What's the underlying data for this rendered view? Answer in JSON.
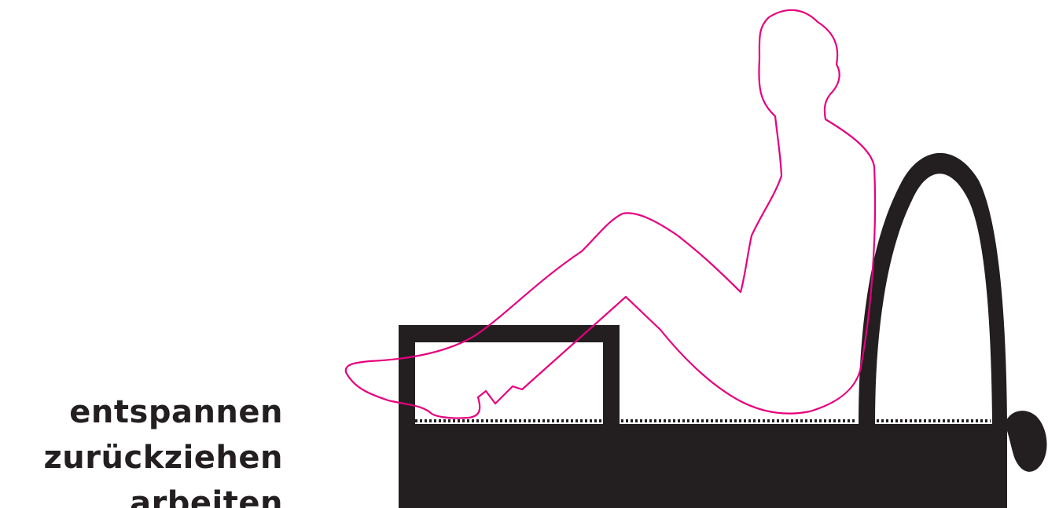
{
  "caption": {
    "lines": [
      "entspannen",
      "zurückziehen",
      "arbeiten"
    ]
  },
  "illustration": {
    "figure": "person-sitting-outline",
    "furniture": "sofa-with-footrest-silhouette"
  },
  "colors": {
    "furniture": "#231f20",
    "figure_outline": "#e6007e",
    "background": "#ffffff",
    "text": "#231f20"
  }
}
